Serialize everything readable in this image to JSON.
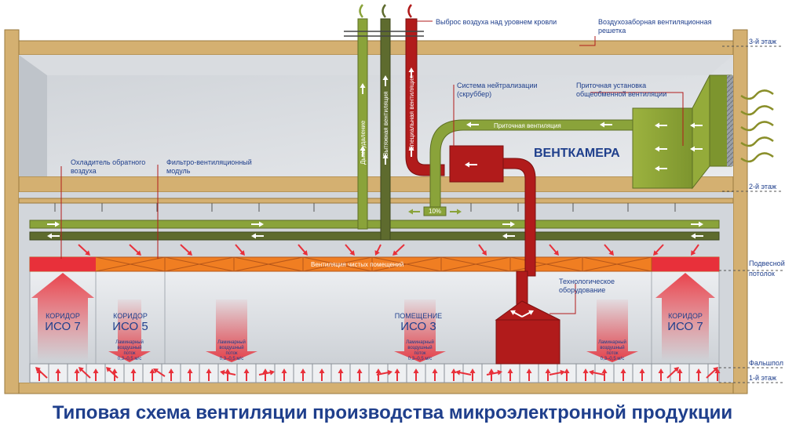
{
  "title": "Типовая схема вентиляции производства микроэлектронной продукции",
  "floors": {
    "floor3": "3-й этаж",
    "floor2": "2-й этаж",
    "floor1": "1-й этаж",
    "suspended_ceiling_1": "Подвесной",
    "suspended_ceiling_2": "потолок",
    "raised_floor": "Фальшпол"
  },
  "callouts": {
    "exhaust_roof": "Выброс воздуха над уровнем кровли",
    "intake_grille_1": "Воздухозаборная вентиляционная",
    "intake_grille_2": "решетка",
    "scrubber_1": "Система нейтрализации",
    "scrubber_2": "(скруббер)",
    "supply_unit_1": "Приточная установка",
    "supply_unit_2": "общеобменной вентиляции",
    "cooler_1": "Охладитель обратного",
    "cooler_2": "воздуха",
    "ffu_1": "Фильтро-вентиляционный",
    "ffu_2": "модуль",
    "tech_equipment_1": "Технологическое",
    "tech_equipment_2": "оборудование"
  },
  "ducts": {
    "smoke_removal": "Дымоудаление",
    "exhaust_vent": "Вытяжная вентиляция",
    "special_vent": "Специальная вентиляция",
    "supply_vent": "Приточная вентиляция",
    "recirc_percent": "10%",
    "cleanroom_vent": "Вентиляция чистых помещений"
  },
  "rooms": {
    "left_corridor": {
      "label": "КОРИДОР",
      "class": "ИСО 7"
    },
    "corridor_iso5": {
      "label": "КОРИДОР",
      "class": "ИСО 5"
    },
    "room_iso3": {
      "label": "ПОМЕЩЕНИЕ",
      "class": "ИСО 3"
    },
    "right_corridor": {
      "label": "КОРИДОР",
      "class": "ИСО 7"
    }
  },
  "ventchamber": "ВЕНТКАМЕРА",
  "laminar": {
    "line1": "Ламинарный",
    "line2": "воздушный",
    "line3": "поток",
    "speed": "0,3–0,5 м/с"
  },
  "colors": {
    "frame": "#d4b071",
    "frame_stroke": "#9a7a40",
    "green_duct": "#8aa33a",
    "olive_duct": "#5e6b2e",
    "red_duct": "#b11b1b",
    "orange_ceiling": "#f07e22",
    "room_bg": "#dcdfe3",
    "title": "#1f3f8c"
  }
}
